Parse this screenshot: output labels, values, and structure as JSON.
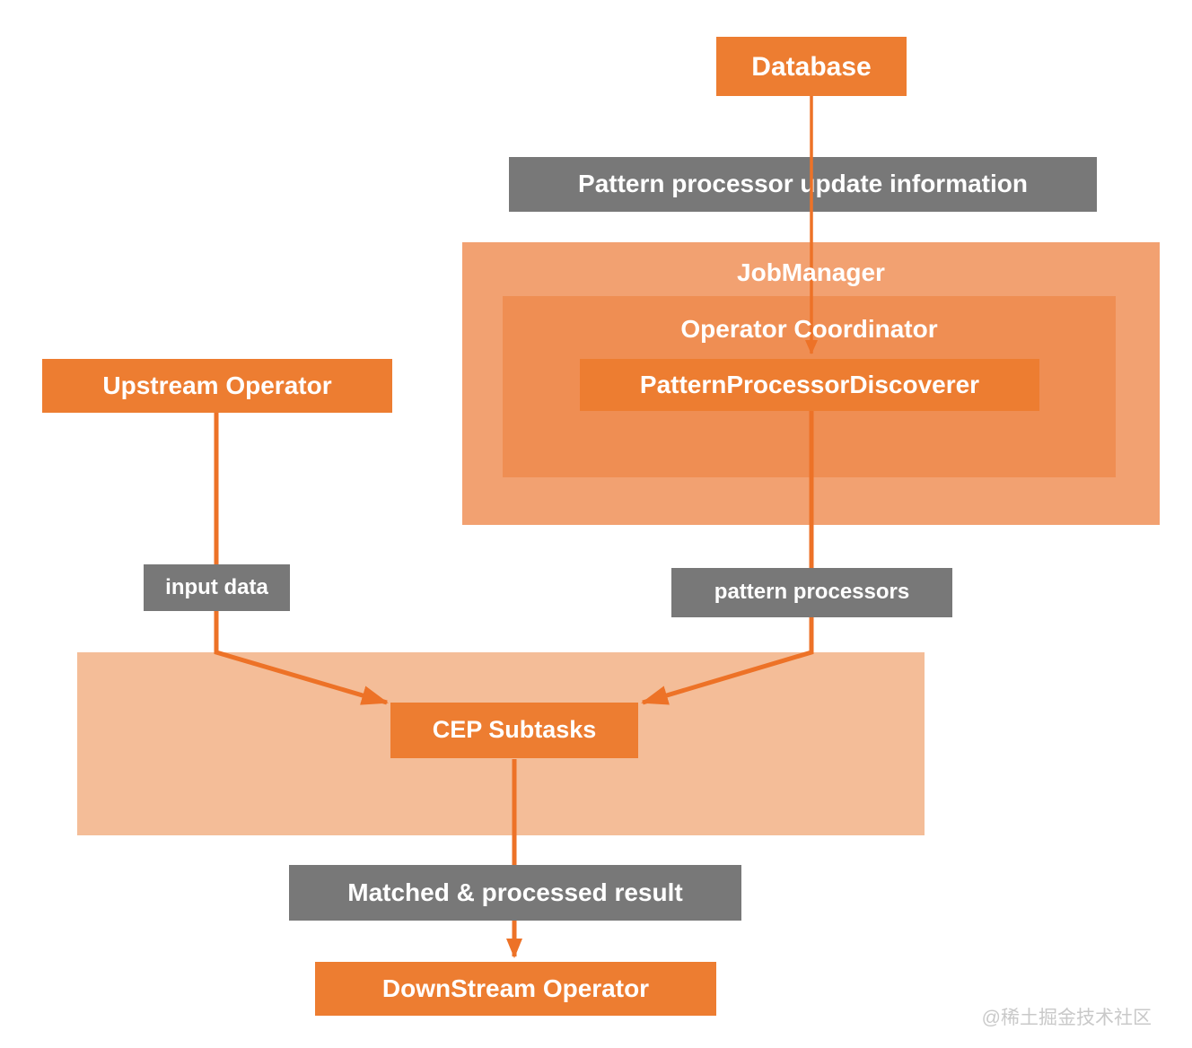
{
  "nodes": {
    "database": {
      "label": "Database"
    },
    "job_manager": {
      "label": "JobManager"
    },
    "operator_coordinator": {
      "label": "Operator Coordinator"
    },
    "pattern_processor_discoverer": {
      "label": "PatternProcessorDiscoverer"
    },
    "upstream_operator": {
      "label": "Upstream Operator"
    },
    "cep_subtasks": {
      "label": "CEP Subtasks"
    },
    "downstream_operator": {
      "label": "DownStream Operator"
    }
  },
  "edge_labels": {
    "update_info": {
      "label": "Pattern processor update information"
    },
    "input_data": {
      "label": "input data"
    },
    "pattern_processors": {
      "label": "pattern processors"
    },
    "matched_result": {
      "label": "Matched & processed result"
    }
  },
  "edges": [
    {
      "from": "Database",
      "label": "Pattern processor update information",
      "to": "PatternProcessorDiscoverer"
    },
    {
      "from": "Upstream Operator",
      "label": "input data",
      "to": "CEP Subtasks"
    },
    {
      "from": "PatternProcessorDiscoverer",
      "label": "pattern processors",
      "to": "CEP Subtasks"
    },
    {
      "from": "CEP Subtasks",
      "label": "Matched & processed result",
      "to": "DownStream Operator"
    }
  ],
  "colors": {
    "node_orange": "#ED7D31",
    "connector_orange": "#ED7227",
    "jobmanager_fill": "#F2A171",
    "coordinator_fill": "#EF8E53",
    "subtasks_container_fill": "#F4BD98",
    "label_gray": "#787878",
    "text_white": "#FFFFFF",
    "watermark_gray": "#C9C9C9"
  },
  "watermark": {
    "text": "@稀土掘金技术社区"
  }
}
